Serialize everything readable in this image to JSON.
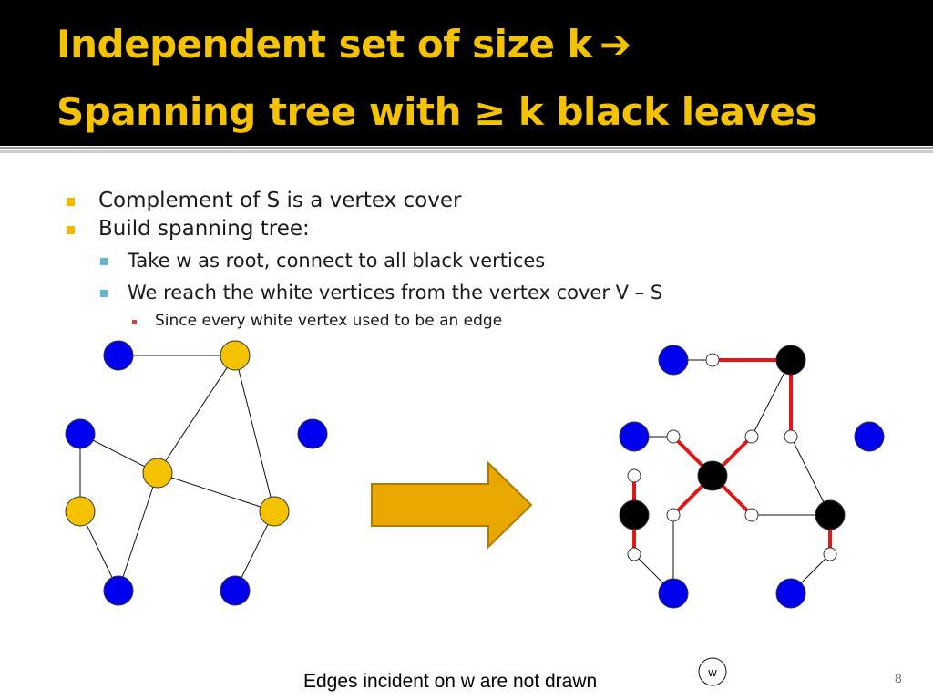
{
  "slide": {
    "title_line1": "Independent set of size k",
    "title_arrow": "➔",
    "title_line2": "Spanning tree with ≥ k black leaves",
    "caption": "Edges incident on w are not drawn",
    "w_label": "w",
    "slide_number": "8"
  },
  "bullets": [
    {
      "level": 1,
      "text": "Complement of S is a vertex cover"
    },
    {
      "level": 1,
      "text": "Build spanning tree:"
    },
    {
      "level": 2,
      "text": "Take w as root, connect to all black vertices"
    },
    {
      "level": 2,
      "text": "We reach the white vertices from the vertex cover V – S"
    },
    {
      "level": 3,
      "text": "Since every white vertex used to be an edge"
    }
  ],
  "colors": {
    "title_bg": "#000000",
    "title_text": "#f5c200",
    "independent_set_vertex": "#f5c200",
    "cover_vertex": "#0000ee",
    "black_vertex": "#000000",
    "white_vertex": "#ffffff",
    "tree_edge": "#e01818",
    "arrow_fill": "#e8a800"
  }
}
